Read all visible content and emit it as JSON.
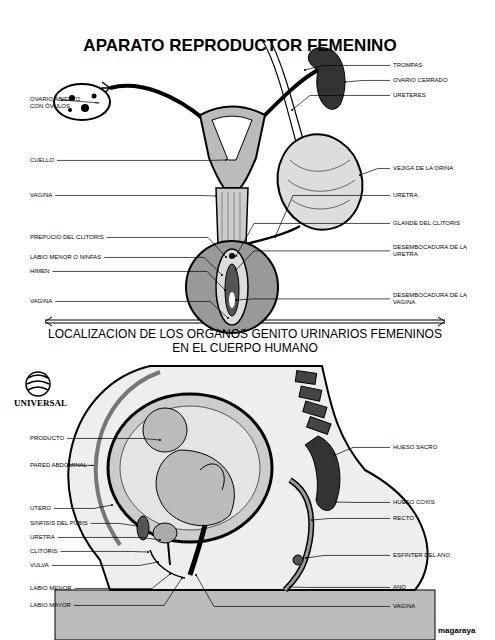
{
  "diagram": {
    "title": "APARATO REPRODUCTOR FEMENINO",
    "labels": [
      "OVARIO ABIERTO CON ÓVULOS",
      "CUELLO",
      "VAGINA",
      "PREPUCIO DEL CLITORIS",
      "LABIO MENOR O NINFAS",
      "HIMEN",
      "VAGINA",
      "TROMPAS",
      "OVARIO CERRADO",
      "URETERES",
      "VEJIGA DE LA ORINA",
      "URETRA",
      "GLANDE DEL CLITORIS",
      "DESEMBOCADURA DE LA URETRA",
      "DESEMBOCADURA DE LA VAGINA",
      "LOCALIZACION DE LOS ORGANOS GENITO URINARIOS FEMENINOS EN EL CUERPO HUMANO",
      "UNIVERSAL",
      "PRODUCTO",
      "PARED ABDOMINAL",
      "UTERO",
      "SINFISIS DEL PUBIS",
      "URETRA",
      "CLITORIS",
      "VULVA",
      "LABIO MENOR",
      "LABIO MAYOR",
      "HUESO SACRO",
      "HUESO COXIS",
      "RECTO",
      "ESFINTER DEL ANO",
      "ANO",
      "VAGINA",
      "magaraya"
    ]
  }
}
